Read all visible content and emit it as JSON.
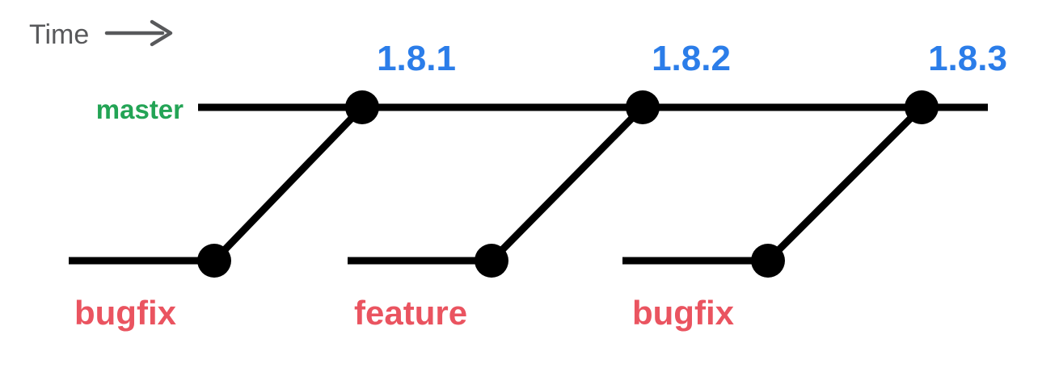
{
  "diagram": {
    "title_semantic": "git-release-branch-diagram",
    "time_label": "Time",
    "master": {
      "label": "master",
      "tags": [
        {
          "label": "1.8.1"
        },
        {
          "label": "1.8.2"
        },
        {
          "label": "1.8.3"
        }
      ]
    },
    "branches": [
      {
        "label": "bugfix"
      },
      {
        "label": "feature"
      },
      {
        "label": "bugfix"
      }
    ],
    "colors": {
      "tag_blue": "#2b7de9",
      "master_green": "#23a455",
      "branch_red": "#ea5460",
      "line_black": "#000000",
      "time_gray": "#58595b"
    }
  }
}
